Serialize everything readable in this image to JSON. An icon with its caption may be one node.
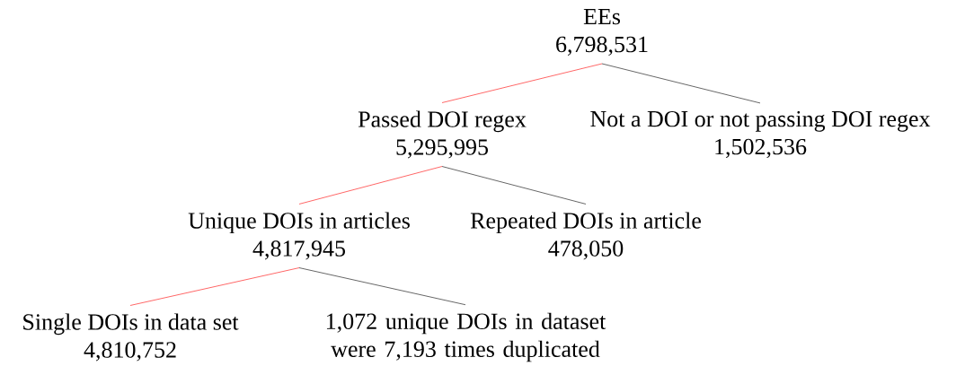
{
  "diagram": {
    "nodes": [
      {
        "text": [
          "EEs",
          "6,798,531"
        ]
      },
      {
        "text": [
          "Passed DOI regex",
          "5,295,995"
        ]
      },
      {
        "text": [
          "Not a DOI or not passing DOI regex",
          "1,502,536"
        ]
      },
      {
        "text": [
          "Unique DOIs in articles",
          "4,817,945"
        ]
      },
      {
        "text": [
          "Repeated DOIs in article",
          "478,050"
        ]
      },
      {
        "text": [
          "Single DOIs in data set",
          "4,810,752"
        ]
      },
      {
        "text": [
          "1,072 unique DOIs in dataset were 7,193 times duplicated"
        ]
      }
    ],
    "edges": [
      {
        "from": 0,
        "to": 1,
        "arrow": "none",
        "color": "#ff0000"
      },
      {
        "from": 0,
        "to": 2,
        "arrow": "none",
        "color": "#000000"
      },
      {
        "from": 1,
        "to": 3,
        "arrow": "none",
        "color": "#ff0000"
      },
      {
        "from": 1,
        "to": 4,
        "arrow": "none",
        "color": "#000000"
      },
      {
        "from": 3,
        "to": 5,
        "arrow": "none",
        "color": "#ff0000"
      },
      {
        "from": 3,
        "to": 6,
        "arrow": "none",
        "color": "#000000"
      }
    ]
  }
}
